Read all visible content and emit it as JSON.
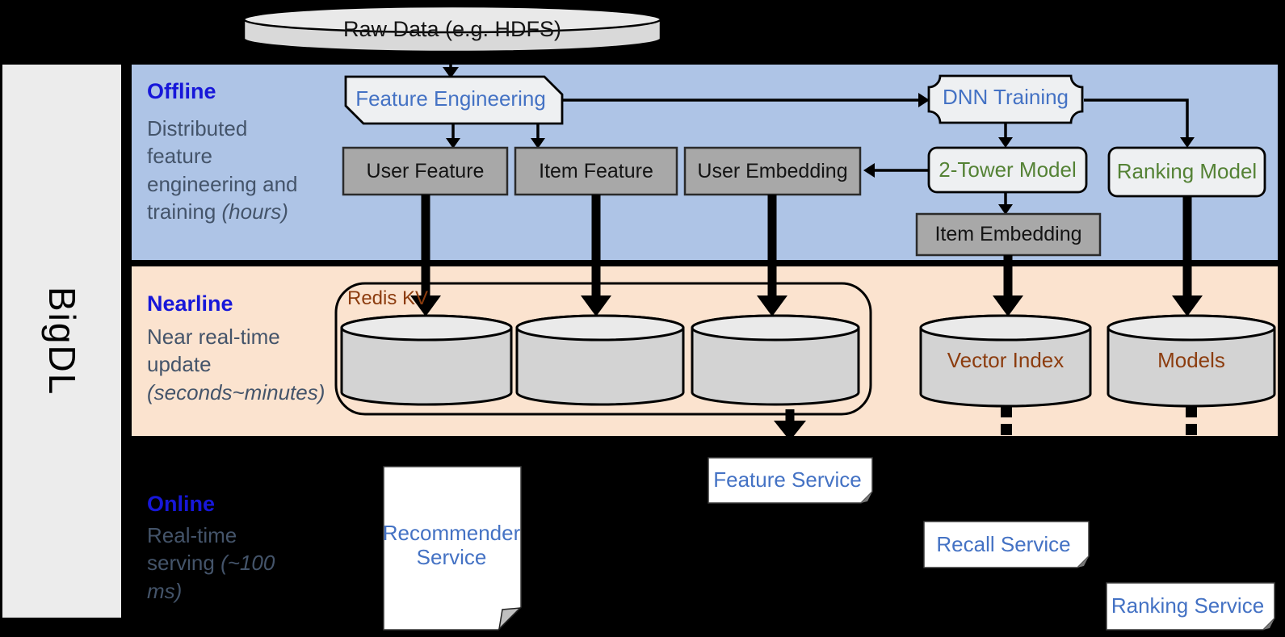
{
  "bigdl_label": "BigDL",
  "raw_data": {
    "label": "Raw Data (e.g. HDFS)"
  },
  "bands": {
    "offline": {
      "label": "Offline",
      "description": "Distributed feature engineering and training",
      "description_italic": "(hours)"
    },
    "nearline": {
      "label": "Nearline",
      "description": "Near real-time update",
      "description_italic": "(seconds~minutes)"
    },
    "online": {
      "label": "Online",
      "description": "Real-time serving",
      "description_italic": "(~100 ms)"
    }
  },
  "offline_nodes": {
    "feature_engineering": "Feature Engineering",
    "dnn_training": "DNN Training",
    "user_feature": "User Feature",
    "item_feature": "Item Feature",
    "user_embedding": "User Embedding",
    "two_tower_model": "2-Tower Model",
    "ranking_model": "Ranking Model",
    "item_embedding": "Item Embedding"
  },
  "nearline_nodes": {
    "redis_kv": "Redis KV",
    "vector_index": "Vector Index",
    "models": "Models"
  },
  "online_nodes": {
    "recommender_service": "Recommender Service",
    "feature_service": "Feature Service",
    "recall_service": "Recall Service",
    "ranking_service": "Ranking Service"
  },
  "colors": {
    "background": "#000000",
    "band_offline_fill": "#aec4e6",
    "band_nearline_fill": "#fbe3cf",
    "band_label_blue": "#1717d9",
    "description_gray": "#44546a",
    "node_text_blue": "#4472c4",
    "model_text_green": "#548235",
    "storage_text_brown": "#8c3c0e",
    "gray_box_fill": "#a8a8a8",
    "light_box_fill": "#eef0f2",
    "cylinder_fill": "#d3d3d3",
    "sidebar_fill": "#ececec",
    "card_fill": "#ffffff"
  }
}
